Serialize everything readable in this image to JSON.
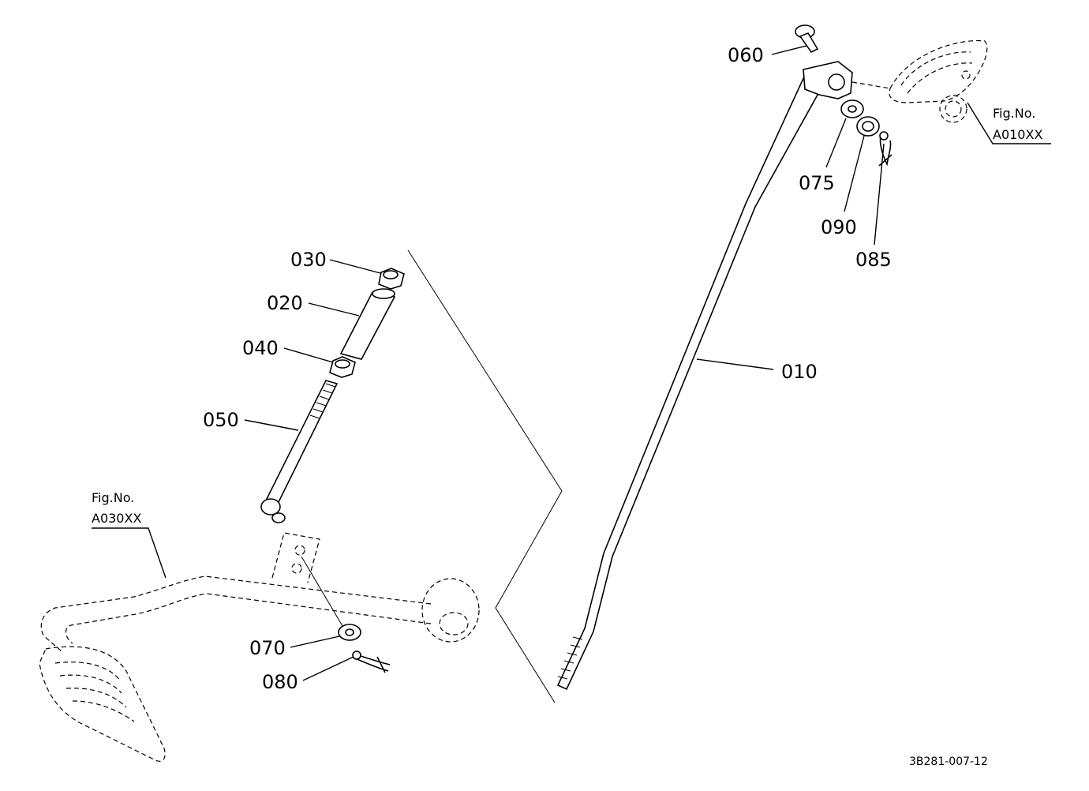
{
  "parts": [
    {
      "id": "060"
    },
    {
      "id": "075"
    },
    {
      "id": "090"
    },
    {
      "id": "085"
    },
    {
      "id": "030"
    },
    {
      "id": "020"
    },
    {
      "id": "040"
    },
    {
      "id": "050"
    },
    {
      "id": "010"
    },
    {
      "id": "070"
    },
    {
      "id": "080"
    }
  ],
  "refs": [
    {
      "line1": "Fig.No.",
      "line2": "A010XX"
    },
    {
      "line1": "Fig.No.",
      "line2": "A030XX"
    }
  ],
  "drawing_code": "3B281-007-12"
}
